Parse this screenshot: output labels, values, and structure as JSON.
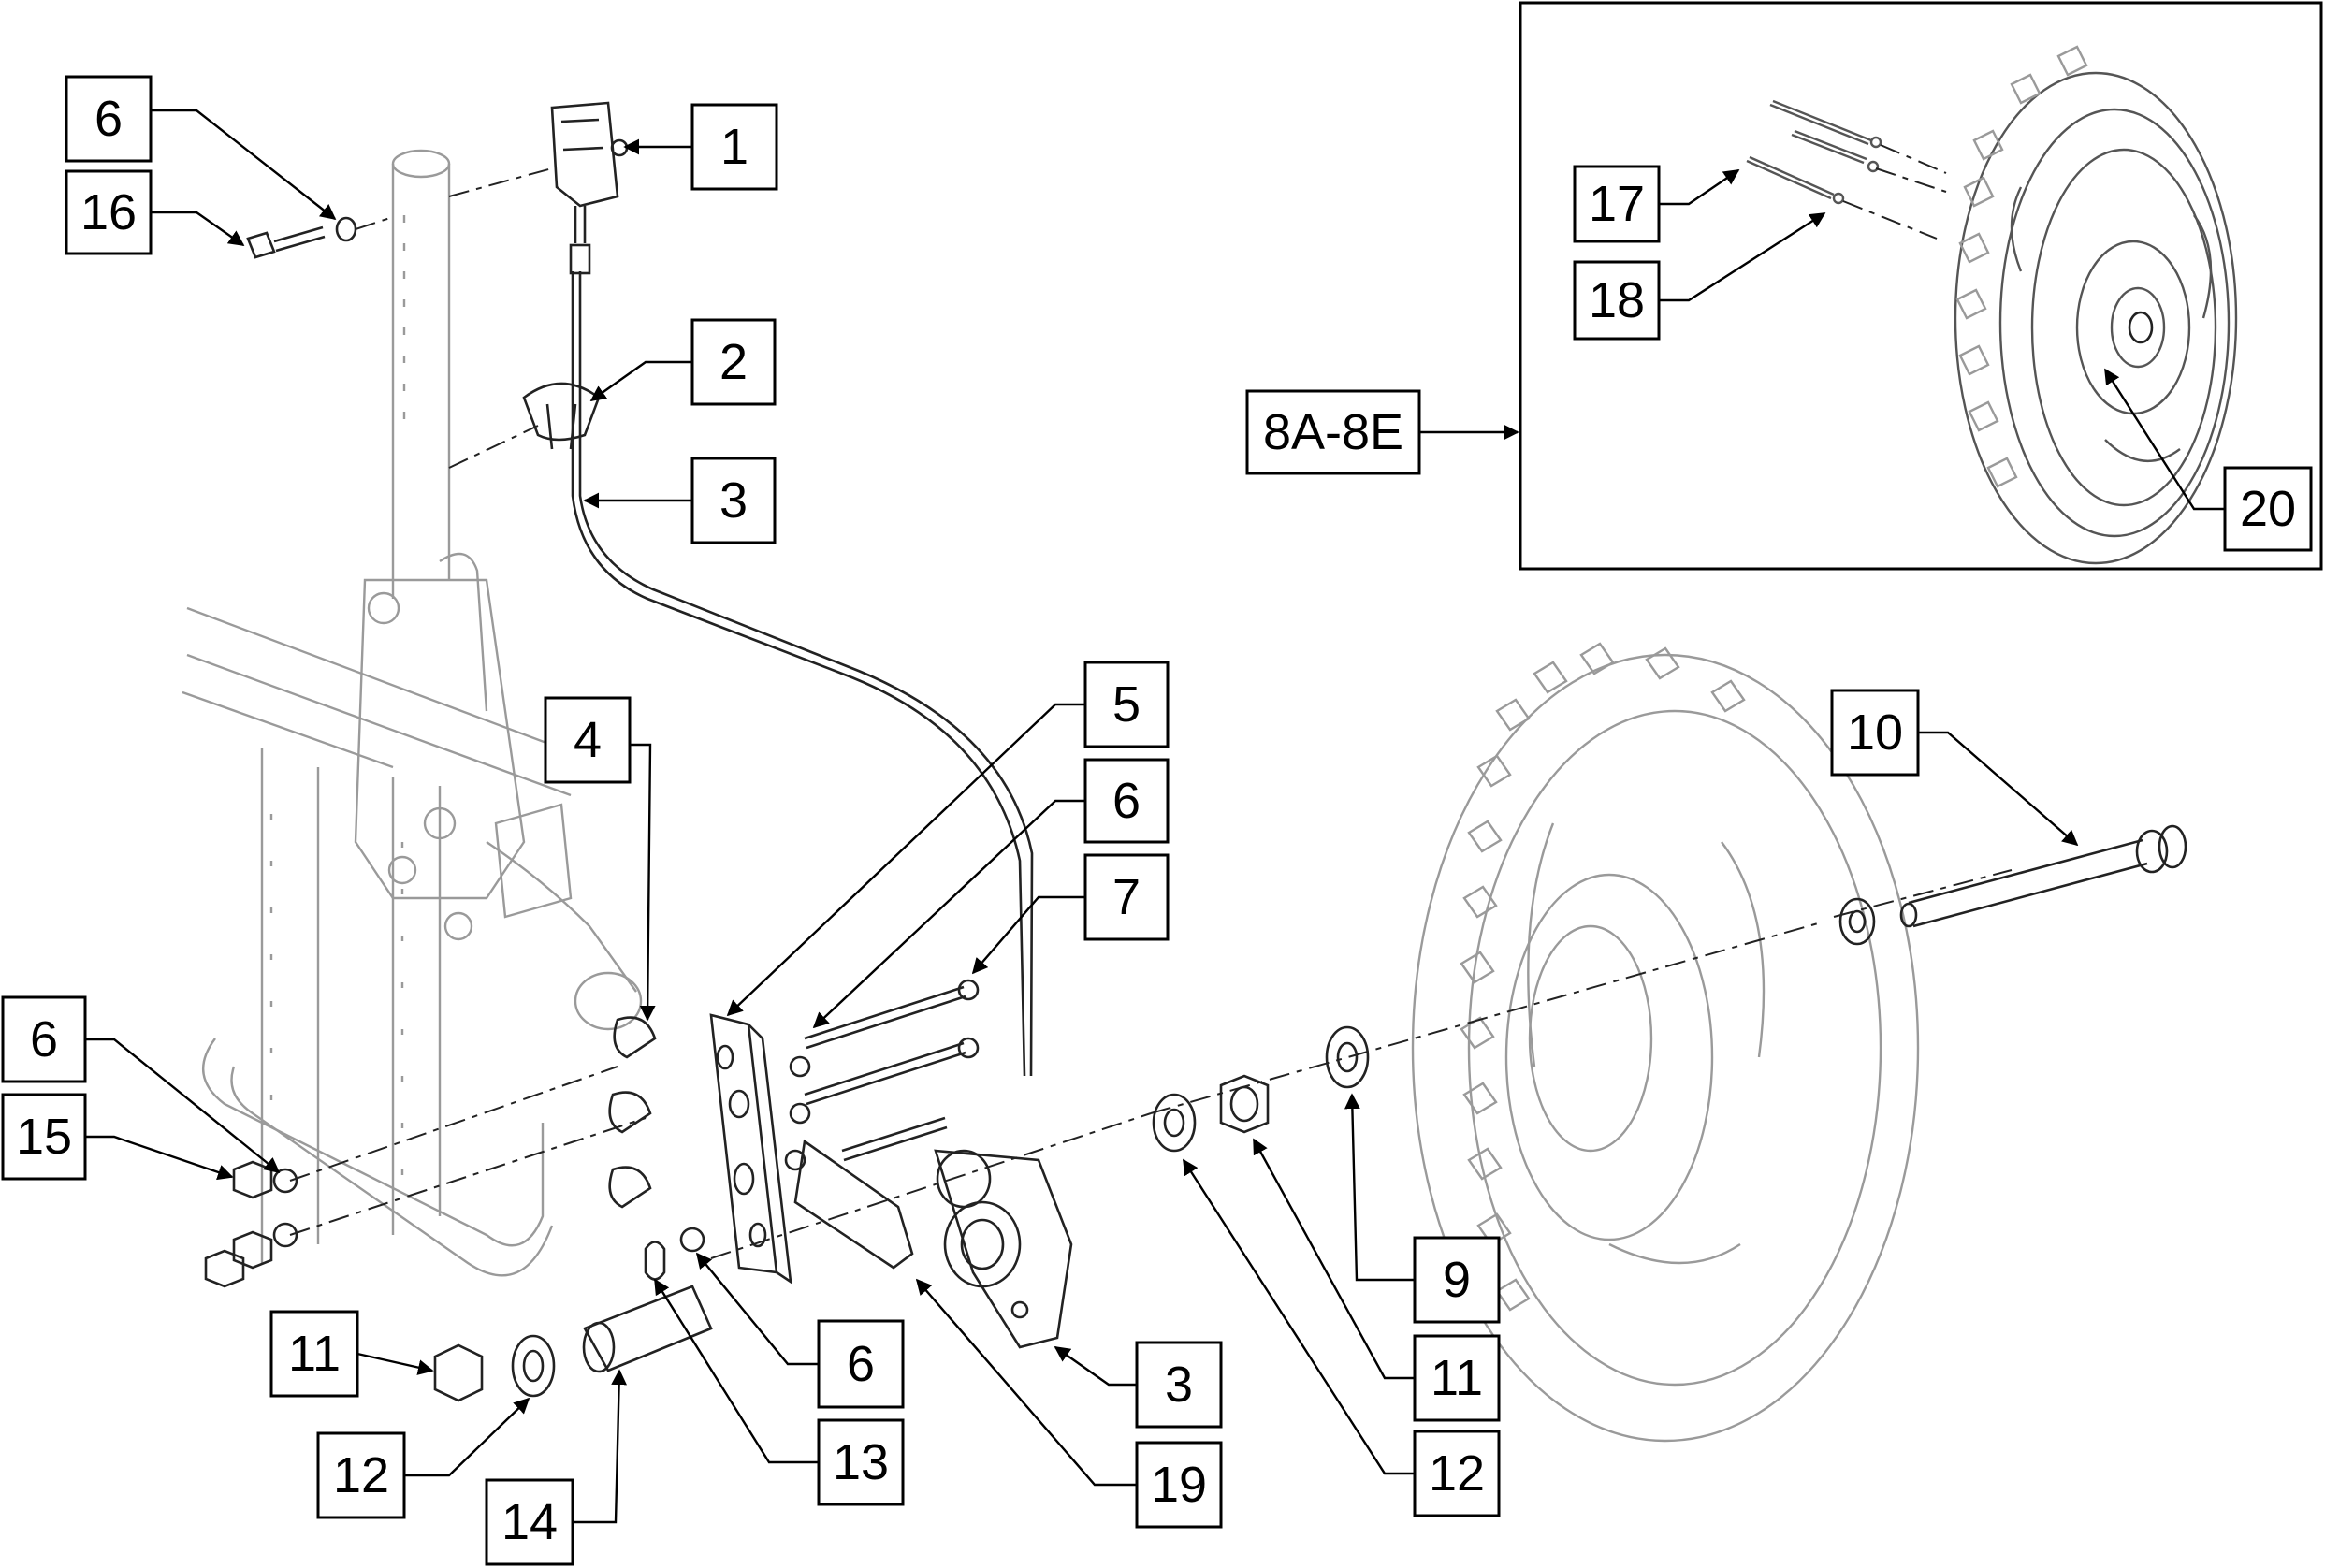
{
  "callouts": [
    {
      "id": "c1",
      "label": "1"
    },
    {
      "id": "c2",
      "label": "2"
    },
    {
      "id": "c3a",
      "label": "3"
    },
    {
      "id": "c3b",
      "label": "3"
    },
    {
      "id": "c4",
      "label": "4"
    },
    {
      "id": "c5",
      "label": "5"
    },
    {
      "id": "c6a",
      "label": "6"
    },
    {
      "id": "c6b",
      "label": "6"
    },
    {
      "id": "c6c",
      "label": "6"
    },
    {
      "id": "c6d",
      "label": "6"
    },
    {
      "id": "c7",
      "label": "7"
    },
    {
      "id": "c8",
      "label": "8A-8E"
    },
    {
      "id": "c9",
      "label": "9"
    },
    {
      "id": "c10",
      "label": "10"
    },
    {
      "id": "c11a",
      "label": "11"
    },
    {
      "id": "c11b",
      "label": "11"
    },
    {
      "id": "c12a",
      "label": "12"
    },
    {
      "id": "c12b",
      "label": "12"
    },
    {
      "id": "c13",
      "label": "13"
    },
    {
      "id": "c14",
      "label": "14"
    },
    {
      "id": "c15",
      "label": "15"
    },
    {
      "id": "c16",
      "label": "16"
    },
    {
      "id": "c17",
      "label": "17"
    },
    {
      "id": "c18",
      "label": "18"
    },
    {
      "id": "c19",
      "label": "19"
    },
    {
      "id": "c20",
      "label": "20"
    }
  ],
  "colors": {
    "line": "#000000",
    "part": "#555555",
    "faint": "#9a9a9a",
    "background": "#ffffff"
  }
}
